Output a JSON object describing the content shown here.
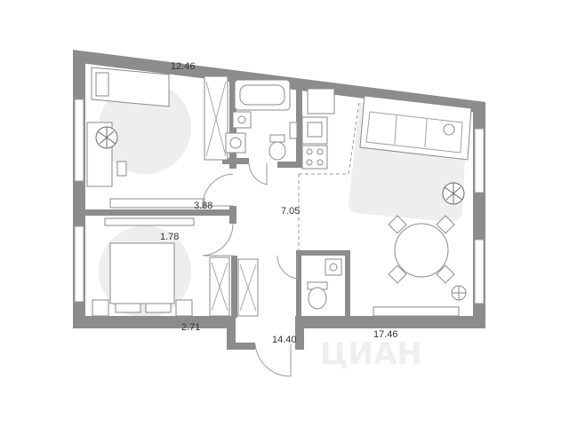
{
  "plan": {
    "colors": {
      "wall": "#8c8c8c",
      "zone": "#eeeeee",
      "line": "#9a9a9a",
      "label": "#333333",
      "watermark": "#eeeeee"
    },
    "areas": [
      {
        "id": "room-top-left",
        "text": "12.46"
      },
      {
        "id": "closet",
        "text": "3.88"
      },
      {
        "id": "corridor",
        "text": "1.78"
      },
      {
        "id": "kitchen-hall",
        "text": "7.05"
      },
      {
        "id": "bedroom",
        "text": "2.71"
      },
      {
        "id": "hallway",
        "text": "14.40"
      },
      {
        "id": "living",
        "text": "17.46"
      }
    ],
    "watermark": "ЦИАН"
  }
}
